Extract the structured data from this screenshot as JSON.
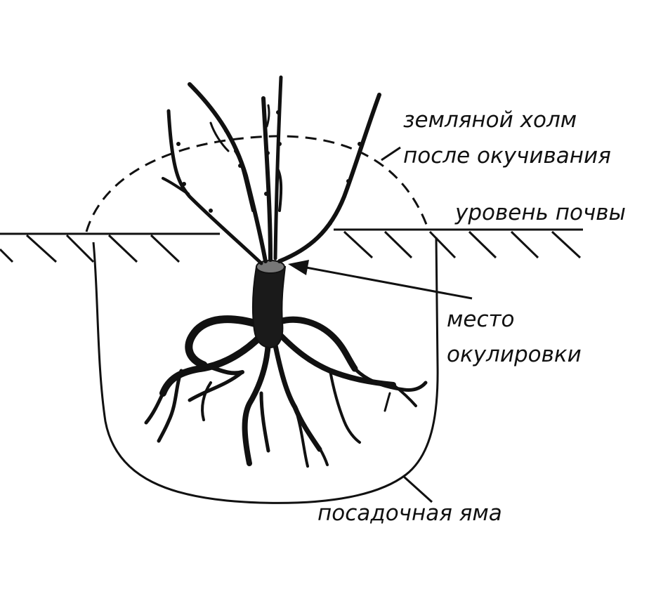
{
  "labels": {
    "mound": [
      "земляной холм",
      "после окучивания"
    ],
    "soil_level": "уровень почвы",
    "graft_site": [
      "место",
      "окулировки"
    ],
    "planting_pit": "посадочная яма"
  },
  "colors": {
    "ink": "#111111",
    "background": "#ffffff",
    "trunk": "#1a1a1a"
  }
}
